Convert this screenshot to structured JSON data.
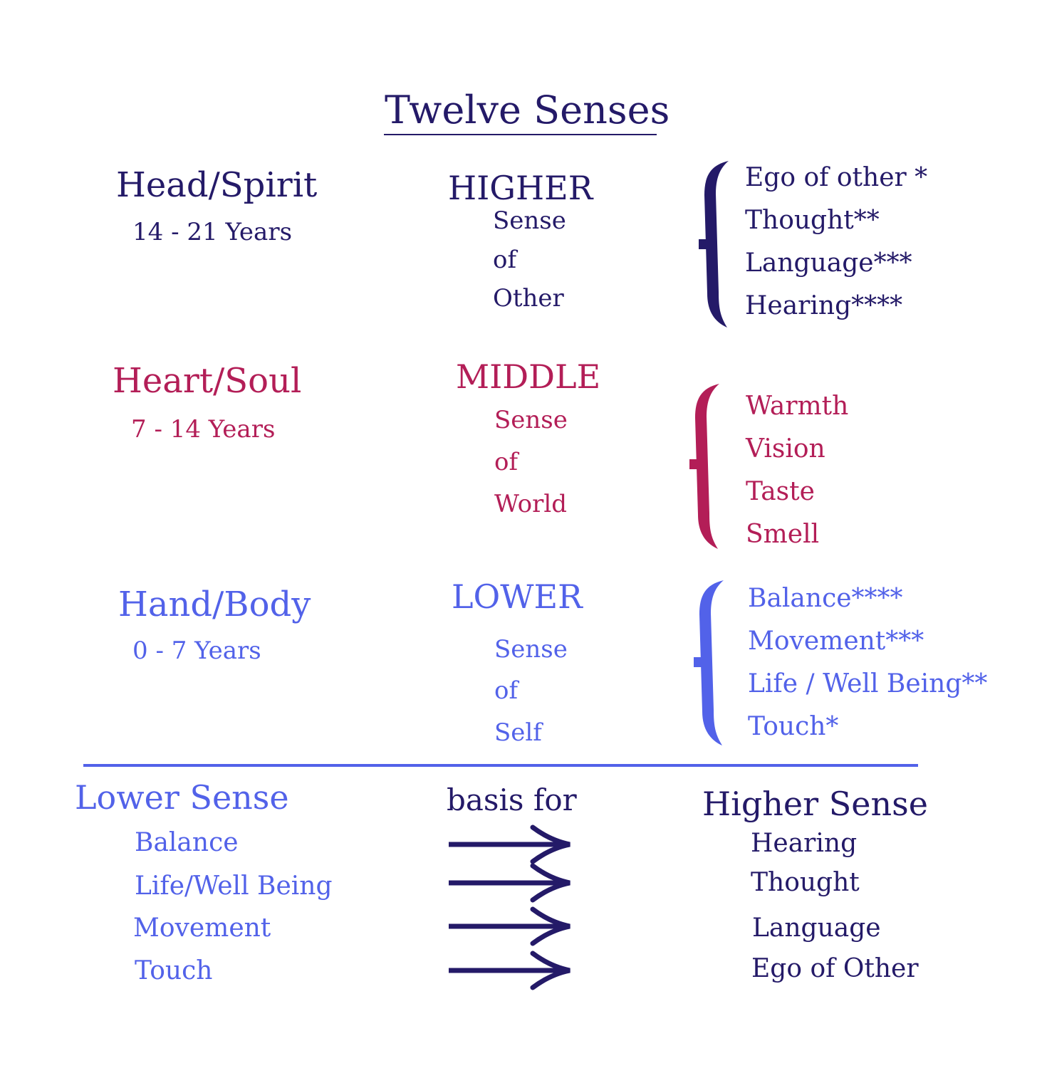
{
  "title": "Twelve Senses",
  "colors": {
    "spirit": "#241a68",
    "soul": "#b31e57",
    "body": "#5262e9"
  },
  "groups": [
    {
      "region": "Head/Spirit",
      "years": "14 - 21 Years",
      "level": "HIGHER",
      "sense_words": [
        "Sense",
        "of",
        "Other"
      ],
      "senses": [
        "Ego of other *",
        "Thought**",
        "Language***",
        "Hearing****"
      ]
    },
    {
      "region": "Heart/Soul",
      "years": "7 - 14 Years",
      "level": "MIDDLE",
      "sense_words": [
        "Sense",
        "of",
        "World"
      ],
      "senses": [
        "Warmth",
        "Vision",
        "Taste",
        "Smell"
      ]
    },
    {
      "region": "Hand/Body",
      "years": "0 - 7 Years",
      "level": "LOWER",
      "sense_words": [
        "Sense",
        "of",
        "Self"
      ],
      "senses": [
        "Balance****",
        "Movement***",
        "Life / Well Being**",
        "Touch*"
      ]
    }
  ],
  "relation": {
    "lower_heading": "Lower Sense",
    "connector": "basis for",
    "higher_heading": "Higher Sense",
    "lower": [
      "Balance",
      "Life/Well Being",
      "Movement",
      "Touch"
    ],
    "higher": [
      "Hearing",
      "Thought",
      "Language",
      "Ego of Other"
    ]
  }
}
